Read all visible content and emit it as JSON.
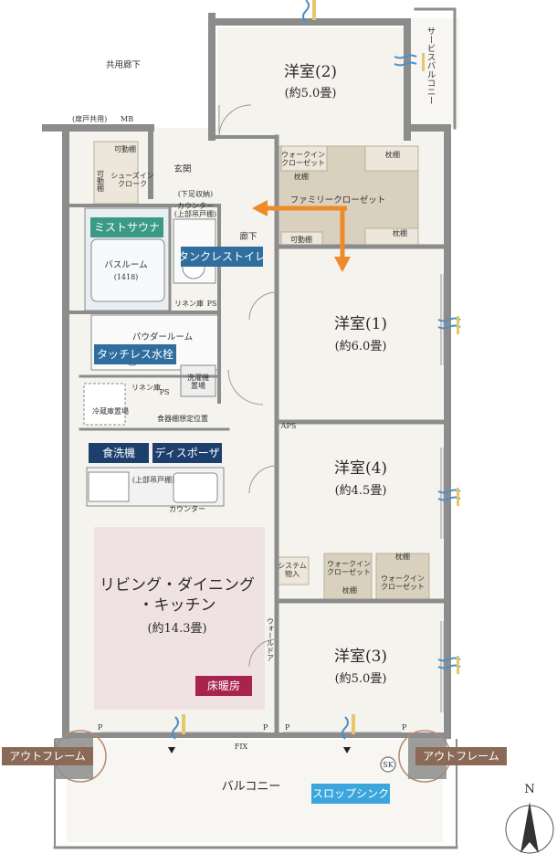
{
  "colors": {
    "wall": "#8c8c8c",
    "floor": "#f5f3ee",
    "closet": "#d9d1bd",
    "ldk_heat": "#f0e2e2",
    "blue_badge": "#2f6e9e",
    "navy_badge": "#1c3f6e",
    "teal_badge": "#3a9a86",
    "crimson_badge": "#a8234f",
    "sky_badge": "#3aa6dc",
    "outframe": "#8a6a56",
    "arrow": "#ee8a2a",
    "wind": "#e6c76a"
  },
  "rooms": {
    "r2": {
      "name": "洋室(2)",
      "size": "(約5.0畳)"
    },
    "r1": {
      "name": "洋室(1)",
      "size": "(約6.0畳)"
    },
    "r4": {
      "name": "洋室(4)",
      "size": "(約4.5畳)"
    },
    "r3": {
      "name": "洋室(3)",
      "size": "(約5.0畳)"
    },
    "ldk": {
      "name1": "リビング・ダイニング",
      "name2": "・キッチン",
      "size": "(約14.3畳)"
    },
    "balcony": "バルコニー",
    "service_balcony": "サービスバルコニー"
  },
  "labels": {
    "common_corridor": "共用廊下",
    "door_mb": "(扉戸共用)",
    "mb": "MB",
    "entrance": "玄関",
    "corridor": "廊下",
    "shoes_closet": "シューズイン\nクローク",
    "movable_shelf": "可動棚",
    "counter_upper": "カウンター\n(上部吊戸棚)",
    "lower_shoe": "(下足収納)",
    "bathroom": "バスルーム",
    "bath_size": "(1418)",
    "linen": "リネン庫",
    "ps": "PS",
    "powder_room": "パウダールーム",
    "washer": "洗濯機\n置場",
    "fridge": "冷蔵庫置場",
    "cupboard": "食器棚想定位置",
    "upper_cabinet": "(上部吊戸棚)",
    "counter": "カウンター",
    "walkin1": "ウォークイン\nクローゼット",
    "pillow_shelf": "枕棚",
    "family_closet": "ファミリークローゼット",
    "aps": "APS",
    "system_storage": "システム\n物入",
    "walkin2": "ウォークイン\nクローゼット",
    "walkin3": "ウォークイン\nクローゼット",
    "wall_door": "ウォールドア",
    "p": "P",
    "fix": "FIX",
    "sk": "SK",
    "north": "N"
  },
  "badges": {
    "mist_sauna": "ミストサウナ",
    "tankless": "タンクレストイレ",
    "touchless": "タッチレス水栓",
    "dishwasher": "食洗機",
    "disposer": "ディスポーザ",
    "floor_heating": "床暖房",
    "slop_sink": "スロップシンク",
    "outframe_left": "アウトフレーム",
    "outframe_right": "アウトフレーム"
  }
}
